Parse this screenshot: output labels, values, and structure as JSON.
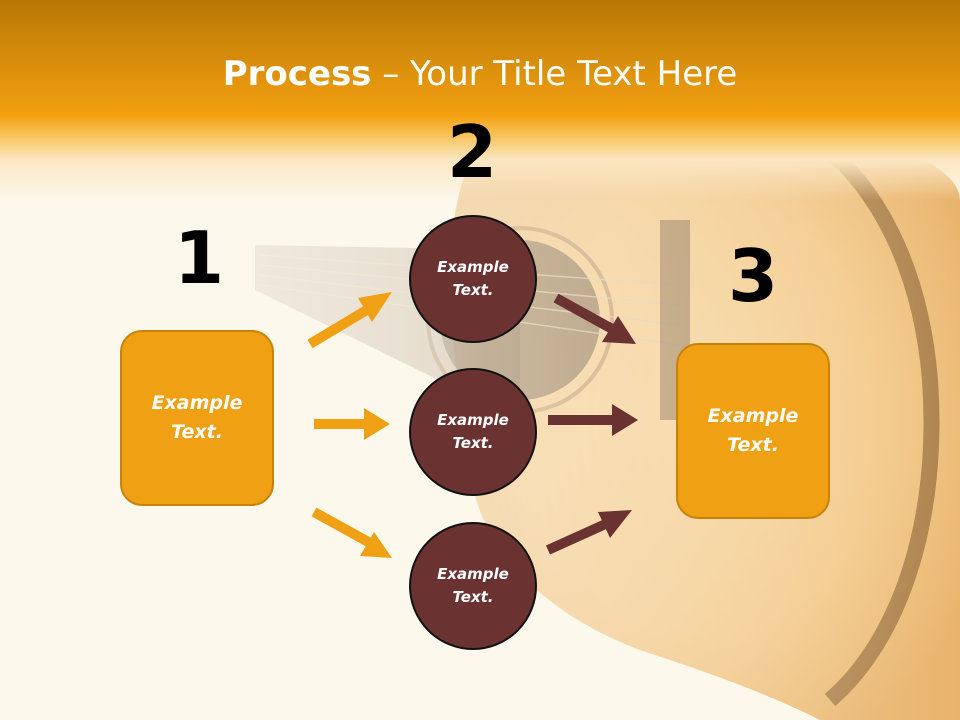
{
  "title": {
    "bold": "Process",
    "rest": " – Your Title Text Here"
  },
  "steps": [
    {
      "number": "1",
      "label": "Example Text."
    },
    {
      "number": "2",
      "items": [
        "Example Text.",
        "Example Text.",
        "Example Text."
      ]
    },
    {
      "number": "3",
      "label": "Example Text."
    }
  ],
  "colors": {
    "orange": "#f0a013",
    "maroon": "#6b3232",
    "header": "#f3a010"
  }
}
